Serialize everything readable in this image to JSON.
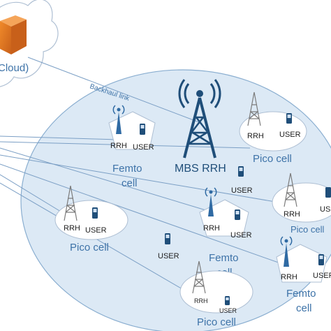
{
  "diagram": {
    "cloud_label": "Cloud)",
    "backhaul_label": "Backhaul link",
    "mbs_label": "MBS RRH",
    "rrh": "RRH",
    "user": "USER",
    "femto_line1": "Femto",
    "femto_line2": "cell",
    "pico": "Pico cell",
    "colors": {
      "macro_fill": "#dce9f5",
      "macro_stroke": "#8aaed0",
      "link": "#7b9fc5",
      "tower": "#1f4e79",
      "label": "#3e73a8",
      "server_orange": "#e07a1f"
    }
  }
}
